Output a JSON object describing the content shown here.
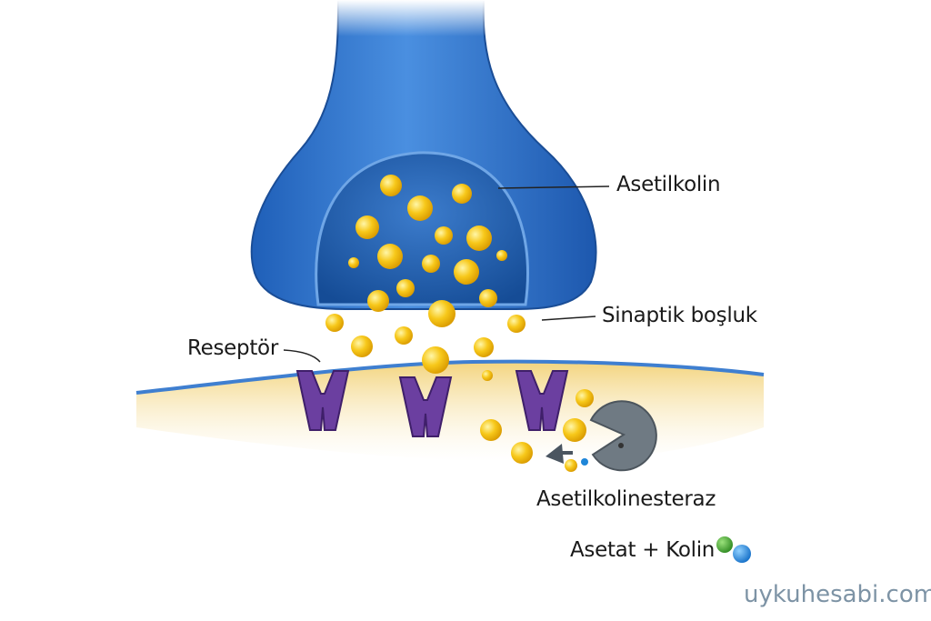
{
  "labels": {
    "acetylcholine": "Asetilkolin",
    "synaptic_cleft": "Sinaptik boşluk",
    "receptor": "Reseptör",
    "enzyme": "Asetilkolinesteraz",
    "products": "Asetat + Kolin"
  },
  "watermark": "uykuhesabi.com",
  "colors": {
    "neuron": "#2f6fc4",
    "vesicle_cavity": "#1d5aa6",
    "acetylcholine": "#f5c518",
    "membrane": "#f1d27a",
    "receptor": "#6b3fa0",
    "enzyme": "#6f7a83",
    "acetate": "#3a9a2a",
    "choline": "#1f86d8"
  }
}
